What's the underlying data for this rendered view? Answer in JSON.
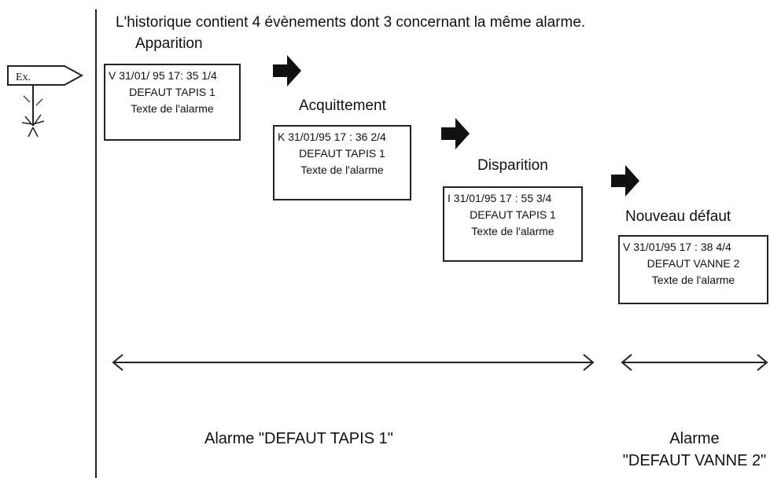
{
  "title": "L'historique contient 4 évènements dont 3 concernant la même alarme.",
  "ex_sign": {
    "label": "Ex."
  },
  "steps": [
    {
      "label": "Apparition",
      "header": "V 31/01/ 95 17: 35   1/4",
      "alarm": "DEFAUT TAPIS 1",
      "text": "Texte de l'alarme"
    },
    {
      "label": "Acquittement",
      "header": "K 31/01/95 17 : 36  2/4",
      "alarm": "DEFAUT TAPIS 1",
      "text": "Texte de l'alarme"
    },
    {
      "label": "Disparition",
      "header": "I 31/01/95 17 : 55   3/4",
      "alarm": "DEFAUT TAPIS 1",
      "text": "Texte de l'alarme"
    },
    {
      "label": "Nouveau défaut",
      "header": "V 31/01/95 17 : 38  4/4",
      "alarm": "DEFAUT VANNE 2",
      "text": "Texte de l'alarme"
    }
  ],
  "groups": [
    {
      "label_line1": "Alarme \"DEFAUT TAPIS 1\"",
      "label_line2": ""
    },
    {
      "label_line1": "Alarme",
      "label_line2": "\"DEFAUT VANNE 2\""
    }
  ],
  "colors": {
    "ink": "#222222",
    "background": "#ffffff"
  }
}
